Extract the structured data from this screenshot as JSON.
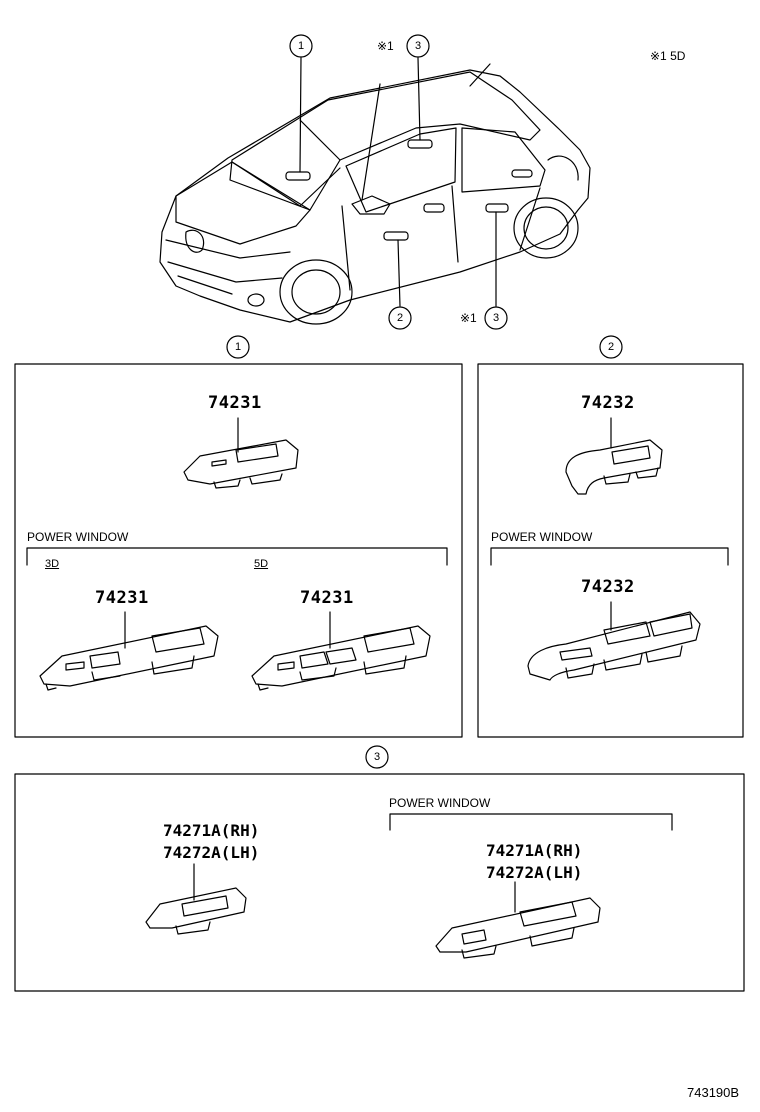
{
  "top": {
    "callouts": [
      "1",
      "2",
      "3",
      "3"
    ],
    "note_mark": "※1",
    "note": "※1 5D"
  },
  "section1": {
    "callout": "1",
    "part_top": "74231",
    "group_label": "POWER WINDOW",
    "variant_3d": "3D",
    "variant_5d": "5D",
    "part_3d": "74231",
    "part_5d": "74231"
  },
  "section2": {
    "callout": "2",
    "part_top": "74232",
    "group_label": "POWER WINDOW",
    "part_pw": "74232"
  },
  "section3": {
    "callout": "3",
    "group_label": "POWER WINDOW",
    "left_rh": "74271A(RH)",
    "left_lh": "74272A(LH)",
    "right_rh": "74271A(RH)",
    "right_lh": "74272A(LH)"
  },
  "footer": {
    "code": "743190B"
  }
}
